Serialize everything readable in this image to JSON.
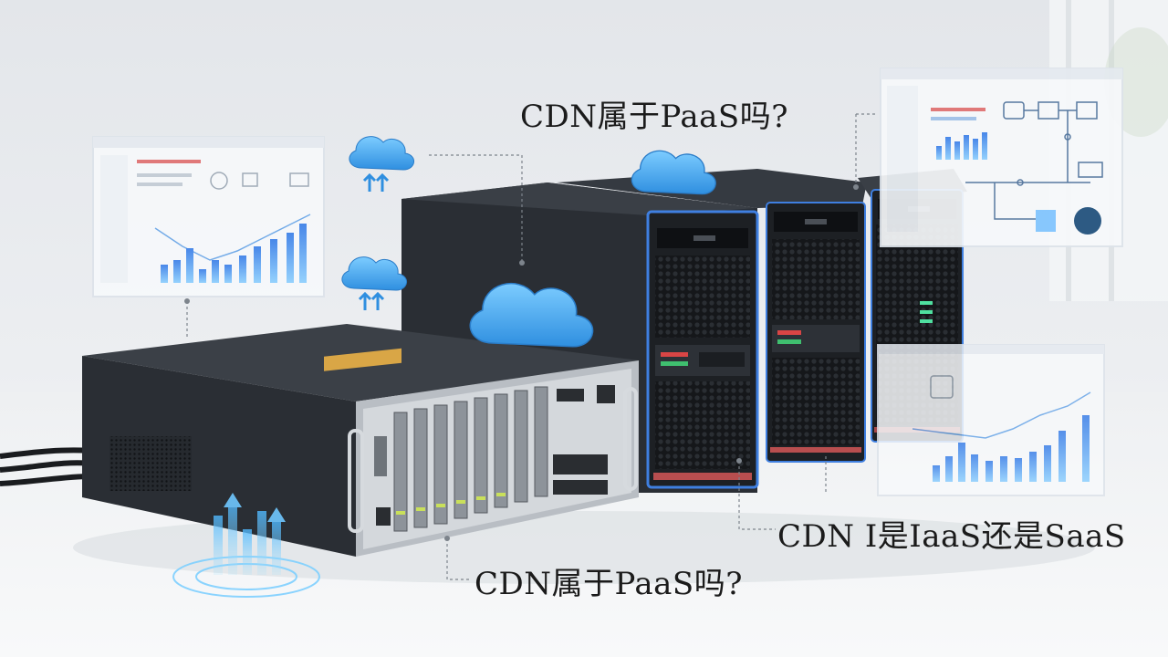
{
  "captions": {
    "top": "CDN属于PaaS吗?",
    "right": "CDN I是IaaS还是SaaS",
    "bottom": "CDN属于PaaS吗?"
  },
  "colors": {
    "background": "#e9ecef",
    "table": "#f3f4f6",
    "server_dark": "#23262b",
    "accent_blue": "#3f7fe0",
    "cloud_blue": "#56b4f0",
    "panel_border": "#dde3ea"
  },
  "icons": [
    "cloud-icon",
    "upload-arrow-icon",
    "mini-chart-icon"
  ]
}
